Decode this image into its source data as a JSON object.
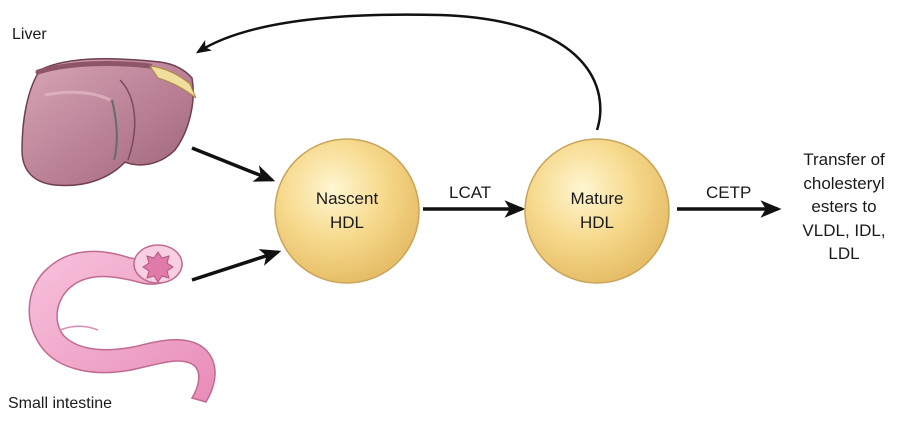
{
  "organs": {
    "liver": "Liver",
    "intestine": "Small intestine"
  },
  "nodes": {
    "nascent": [
      "Nascent",
      "HDL"
    ],
    "mature": [
      "Mature",
      "HDL"
    ]
  },
  "enzymes": {
    "lcat": "LCAT",
    "cetp": "CETP"
  },
  "destination": [
    "Transfer of",
    "cholesteryl",
    "esters to",
    "VLDL, IDL,",
    "LDL"
  ],
  "colors": {
    "node_fill": "#f6d98c",
    "node_stroke": "#c9a45a",
    "arrow": "#111111",
    "liver": "#b3788c",
    "intestine": "#f0a7c8"
  }
}
